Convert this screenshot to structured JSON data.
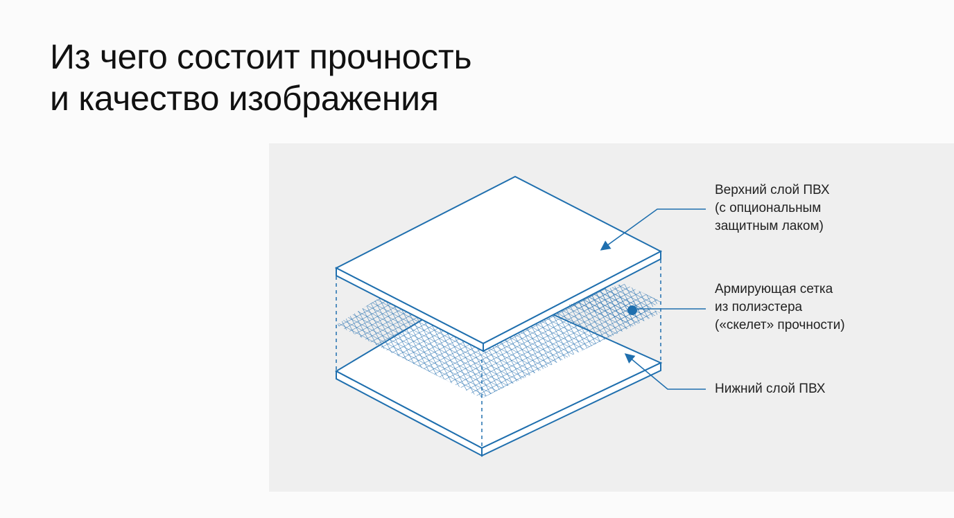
{
  "title": {
    "line1": "Из чего состоит прочность",
    "line2": "и качество изображения"
  },
  "colors": {
    "line": "#1f6fae",
    "mesh": "#2a72b0",
    "panel_bg": "#efefef",
    "title": "#111111"
  },
  "layers": [
    {
      "id": "top",
      "lines": [
        "Верхний слой ПВХ",
        "(с опциональным",
        "защитным лаком)"
      ]
    },
    {
      "id": "mesh",
      "lines": [
        "Армирующая сетка",
        "из полиэстера",
        "(«скелет» прочности)"
      ]
    },
    {
      "id": "bottom",
      "lines": [
        "Нижний слой ПВХ"
      ]
    }
  ]
}
